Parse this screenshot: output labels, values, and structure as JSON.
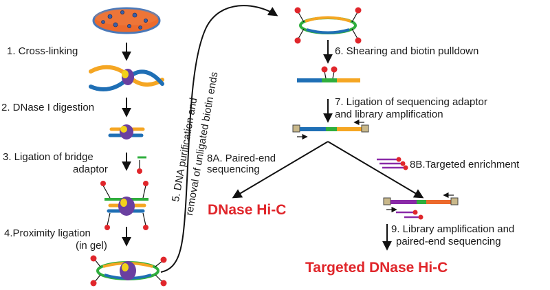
{
  "steps": {
    "s1": "1. Cross-linking",
    "s2": "2. DNase I digestion",
    "s3_line1": "3. Ligation of bridge",
    "s3_line2": "adaptor",
    "s4_line1": "4.Proximity ligation",
    "s4_line2": "(in gel)",
    "s5_line1": "5. DNA purification and",
    "s5_line2": "removal of unligated biotin ends",
    "s6": "6. Shearing and biotin pulldown",
    "s7_line1": "7. Ligation of sequencing adaptor",
    "s7_line2": "and library amplification",
    "s8a_line1": "8A. Paired-end",
    "s8a_line2": "sequencing",
    "s8b": "8B.Targeted enrichment",
    "s9_line1": "9. Library amplification and",
    "s9_line2": "paired-end sequencing"
  },
  "outcomes": {
    "dnase_hic": "DNase Hi-C",
    "targeted_dnase_hic": "Targeted DNase Hi-C"
  },
  "colors": {
    "accent_red": "#e0262b",
    "petri_orange": "#ec6a2c",
    "petri_rim": "#4a78b8",
    "dna_orange": "#f5a623",
    "dna_blue": "#1f6fb5",
    "adaptor_green": "#2fae3d",
    "biotin_red": "#e0262b",
    "protein_purple": "#6a3fa0",
    "protein_yellow": "#f2d21a",
    "seq_adaptor_tan": "#c9b88a",
    "probe_purple": "#8a2aa8"
  }
}
